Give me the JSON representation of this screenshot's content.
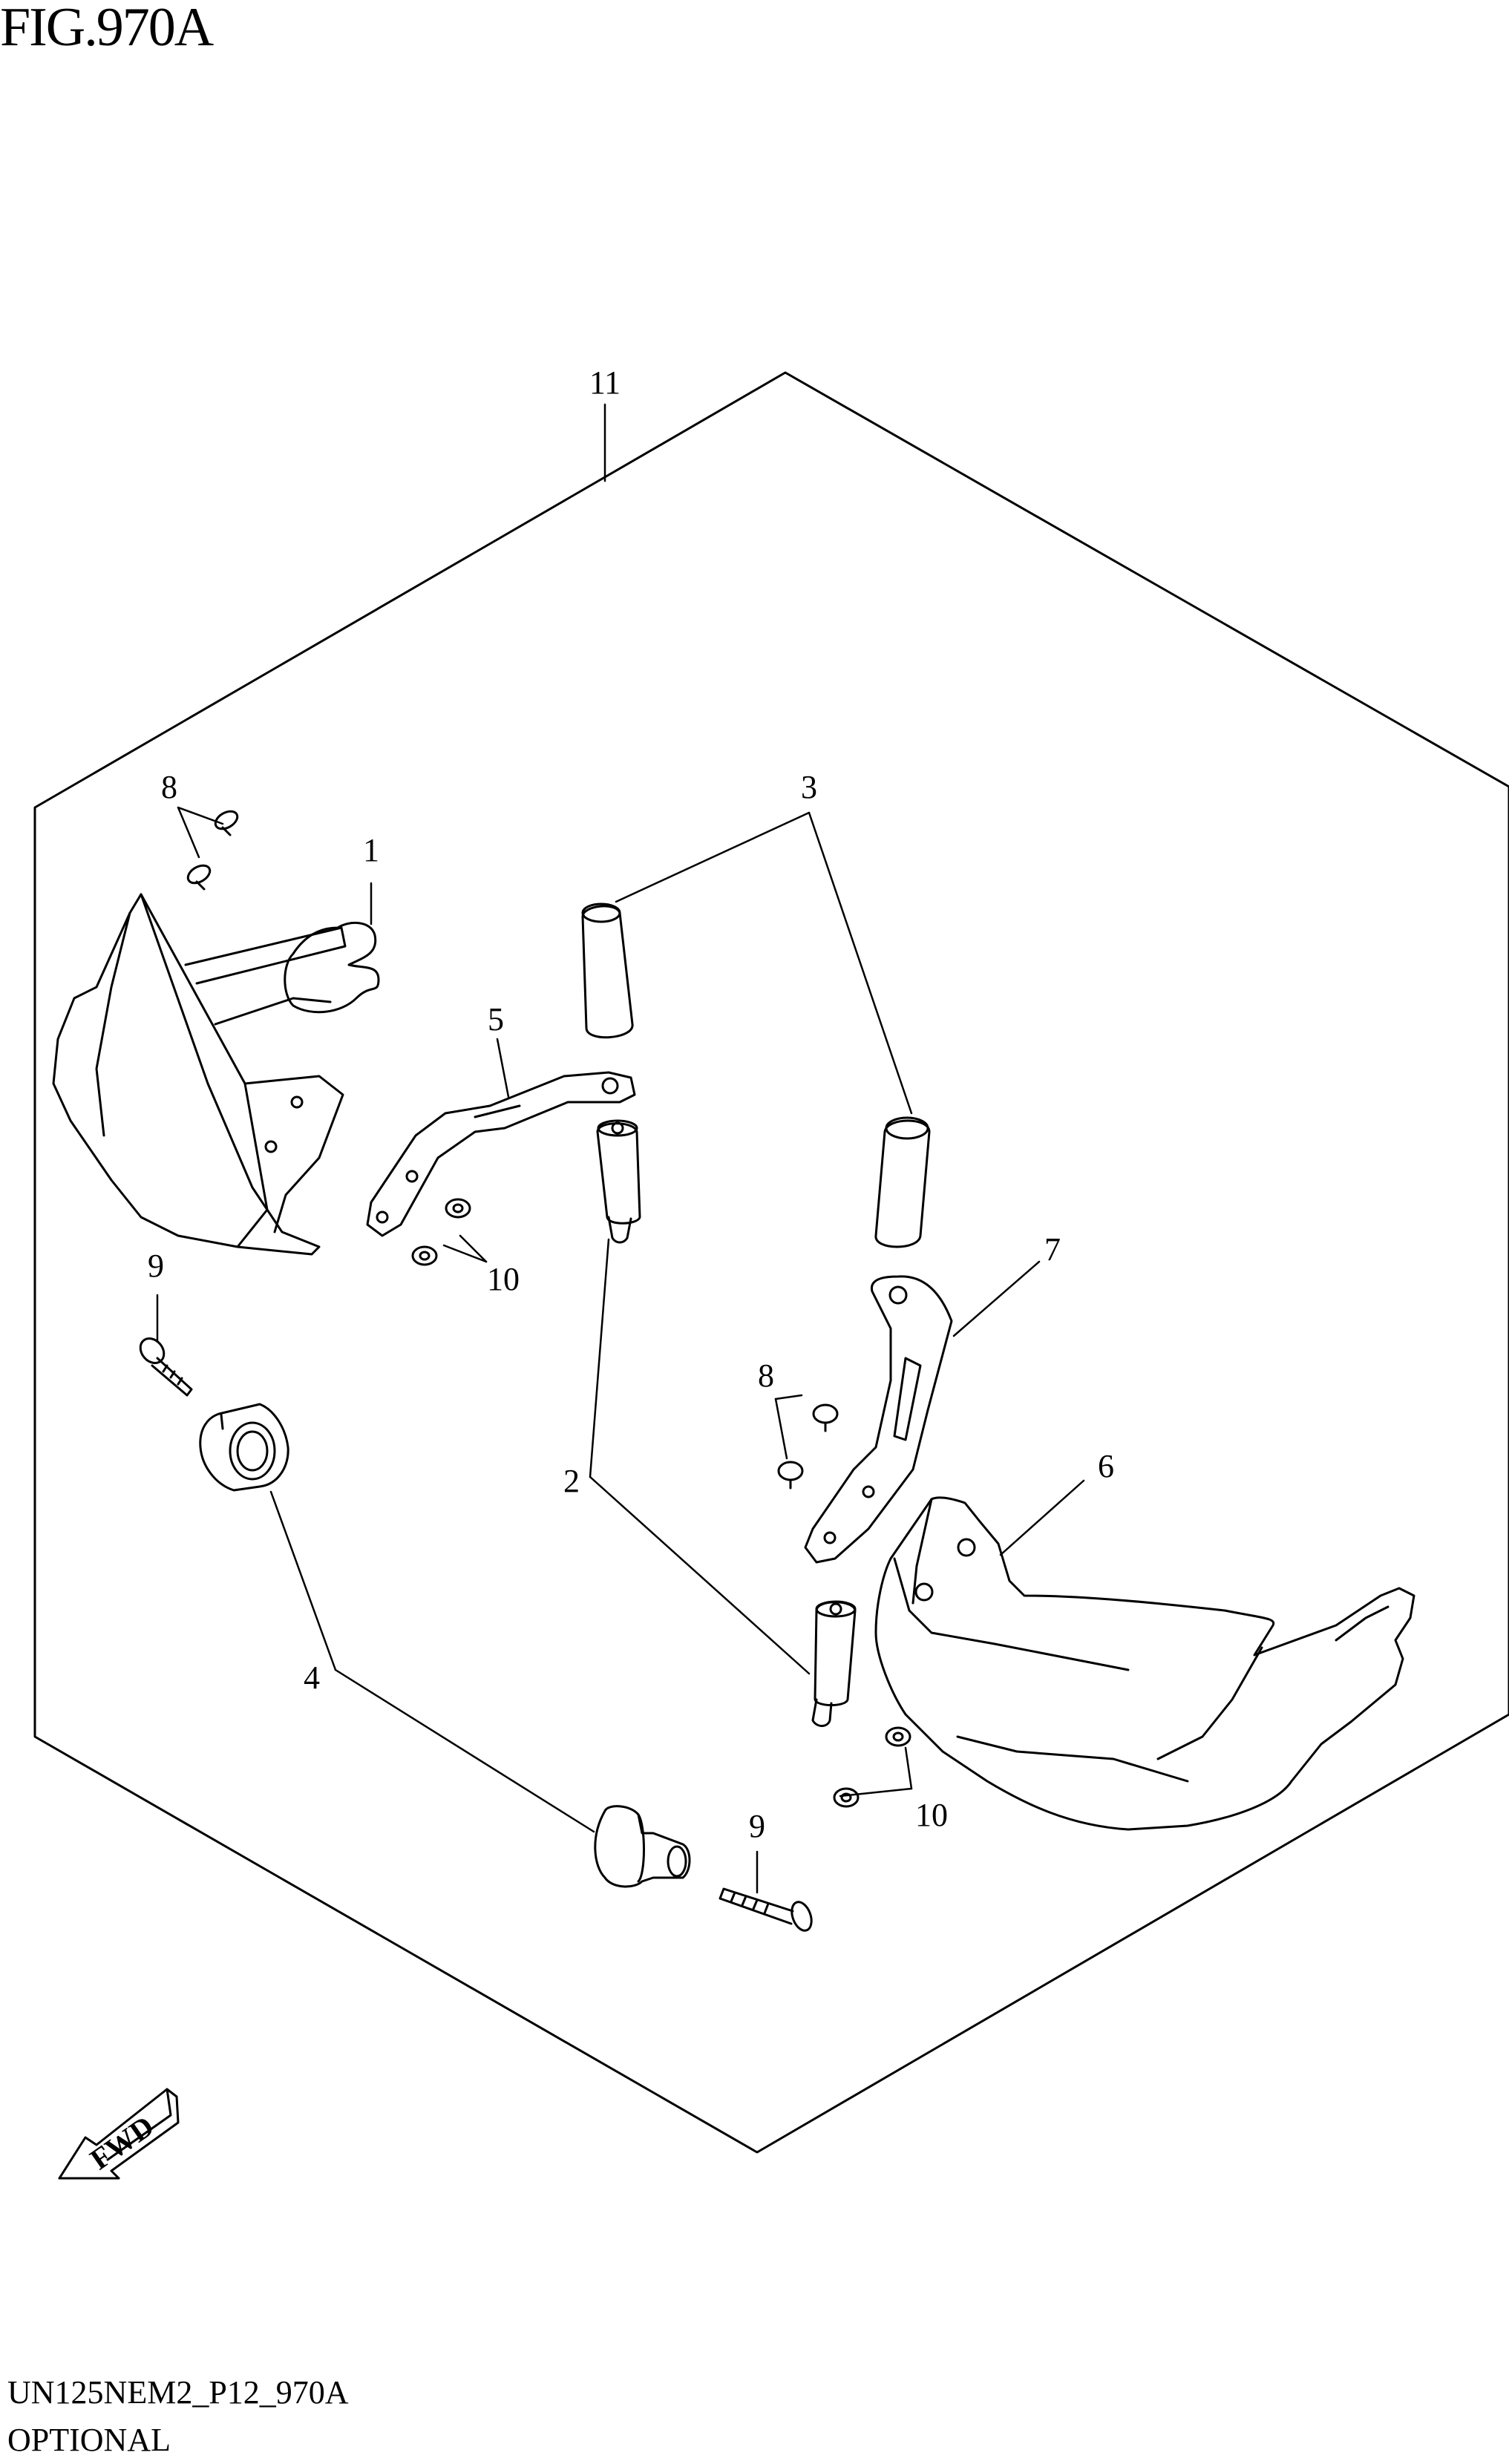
{
  "figure": {
    "title": "FIG.970A",
    "code": "UN125NEM2_P12_970A",
    "note": "OPTIONAL"
  },
  "callouts": {
    "c1": "1",
    "c2": "2",
    "c3": "3",
    "c4": "4",
    "c5": "5",
    "c6": "6",
    "c7": "7",
    "c8a": "8",
    "c8b": "8",
    "c9a": "9",
    "c9b": "9",
    "c10a": "10",
    "c10b": "10",
    "c11": "11"
  },
  "fwd_label": "FWD"
}
